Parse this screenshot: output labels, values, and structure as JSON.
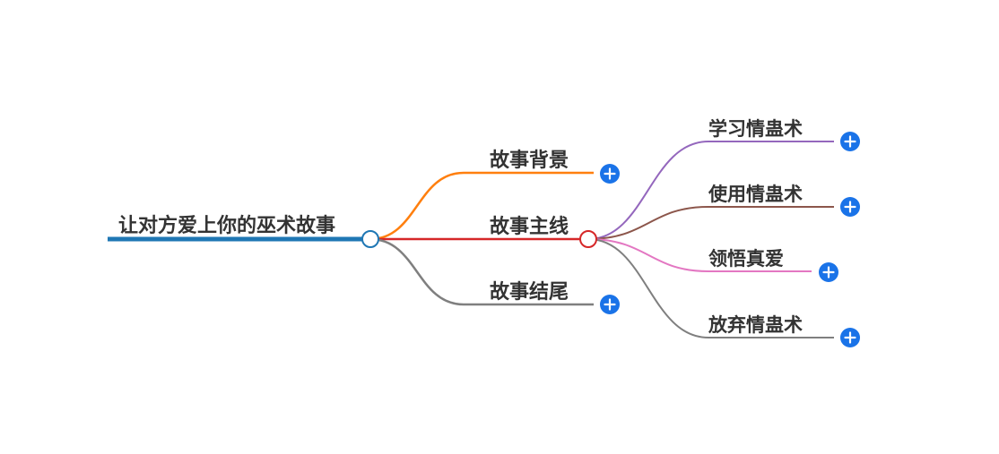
{
  "mindmap": {
    "root": {
      "label": "让对方爱上你的巫术故事",
      "color": "#1f77b4"
    },
    "branches": [
      {
        "label": "故事背景",
        "color": "#ff7f0e",
        "collapsed": true,
        "children": []
      },
      {
        "label": "故事主线",
        "color": "#d62728",
        "collapsed": false,
        "children": [
          {
            "label": "学习情蛊术",
            "color": "#9467bd",
            "collapsed": true
          },
          {
            "label": "使用情蛊术",
            "color": "#8c564b",
            "collapsed": true
          },
          {
            "label": "领悟真爱",
            "color": "#e377c2",
            "collapsed": true
          },
          {
            "label": "放弃情蛊术",
            "color": "#7f7f7f",
            "collapsed": true
          }
        ]
      },
      {
        "label": "故事结尾",
        "color": "#7f7f7f",
        "collapsed": true,
        "children": []
      }
    ],
    "expand_button_color": "#1a73e8",
    "expand_icon": "plus-icon"
  }
}
